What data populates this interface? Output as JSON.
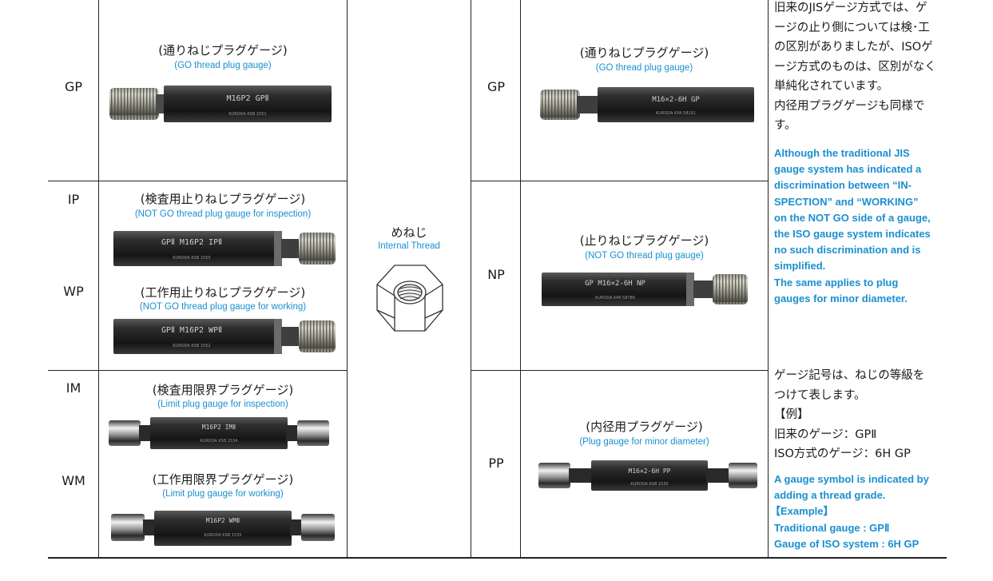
{
  "codes": {
    "gp1": "GP",
    "ip": "IP",
    "wp": "WP",
    "im": "IM",
    "wm": "WM",
    "gp2": "GP",
    "np": "NP",
    "pp": "PP"
  },
  "gauges": {
    "gp1": {
      "jp": "(通りねじプラグゲージ)",
      "en": "(GO thread plug gauge)",
      "mark": "M16P2  GPⅡ",
      "sub": "KURODA  KSB 1551"
    },
    "ip": {
      "jp": "(検査用止りねじプラグゲージ)",
      "en": "(NOT GO thread plug gauge for inspection)",
      "mark": "GPⅡ  M16P2  IPⅡ",
      "sub": "KURODA  KSB 1555"
    },
    "wp": {
      "jp": "(工作用止りねじプラグゲージ)",
      "en": "(NOT GO thread plug gauge for working)",
      "mark": "GPⅡ  M16P2  WPⅡ",
      "sub": "KURODA  KSB 1552"
    },
    "im": {
      "jp": "(検査用限界プラグゲージ)",
      "en": "(Limit plug gauge for inspection)",
      "mark": "M16P2  IMⅡ",
      "sub": "KURODA  KSB 1534"
    },
    "wm": {
      "jp": "(工作用限界プラグゲージ)",
      "en": "(Limit plug gauge for working)",
      "mark": "M16P2  WMⅡ",
      "sub": "KURODA  KSB 1535"
    },
    "gp2": {
      "jp": "(通りねじプラグゲージ)",
      "en": "(GO thread plug gauge)",
      "mark": "M16×2-6H  GP",
      "sub": "KURODA  KPA 58191"
    },
    "np": {
      "jp": "(止りねじプラグゲージ)",
      "en": "(NOT GO thread plug gauge)",
      "mark": "GP  M16×2-6H  NP",
      "sub": "KURODA  KPA 58786"
    },
    "pp": {
      "jp": "(内径用プラグゲージ)",
      "en": "(Plug gauge for minor diameter)",
      "mark": "M16×2-6H  PP",
      "sub": "KURODA  KSB 1535"
    }
  },
  "center": {
    "jp": "めねじ",
    "en": "Internal Thread"
  },
  "note1": {
    "jp": [
      "旧来のJISゲージ方式では、ゲ",
      "ージの止り側については検･工",
      "の区別がありましたが、ISOゲ",
      "ージ方式のものは、区別がなく",
      "単純化されています。",
      "内径用プラグゲージも同様で",
      "す。"
    ],
    "en": [
      "Although the traditional JIS",
      "gauge system has indicated a",
      "discrimination between “IN-",
      "SPECTION” and “WORKING”",
      "on the NOT GO side of a gauge,",
      "the ISO gauge system indicates",
      "no such discrimination and is",
      "simplified.",
      "The same applies to plug",
      "gauges for minor diameter."
    ]
  },
  "note2": {
    "jp": [
      "ゲージ記号は、ねじの等級を",
      "つけて表します。",
      "【例】",
      "旧来のゲージ：GPⅡ",
      "ISO方式のゲージ：6H GP"
    ],
    "en": [
      "A gauge symbol is indicated by",
      "adding a thread grade.",
      "【Example】",
      "Traditional gauge : GPⅡ",
      "Gauge of ISO system : 6H GP"
    ]
  }
}
